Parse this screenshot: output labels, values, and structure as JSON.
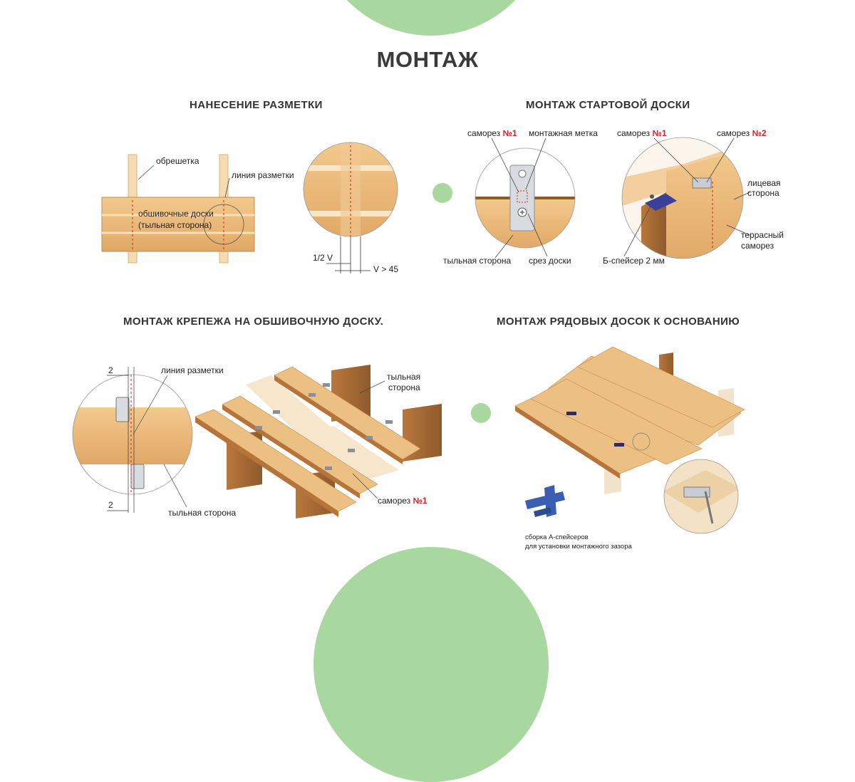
{
  "title": "МОНТАЖ",
  "sections": {
    "marking": {
      "title": "НАНЕСЕНИЕ РАЗМЕТКИ",
      "labels": {
        "lathing": "обрешетка",
        "marking_line": "линия разметки",
        "boards_1": "обшивочные доски",
        "boards_2": "(тыльная сторона)",
        "half_v": "1/2 V",
        "v_gt": "V > 45"
      }
    },
    "starter": {
      "title": "МОНТАЖ СТАРТОВОЙ ДОСКИ",
      "labels": {
        "screw1_a": "саморез",
        "screw1_a_num": "№1",
        "mount_mark": "монтажная метка",
        "back_side": "тыльная сторона",
        "board_cut": "срез доски",
        "screw1_b": "саморез",
        "screw1_b_num": "№1",
        "screw2": "саморез",
        "screw2_num": "№2",
        "face_1": "лицевая",
        "face_2": "сторона",
        "terrace_1": "террасный",
        "terrace_2": "саморез",
        "spacer": "Б-спейсер 2 мм"
      }
    },
    "fastener": {
      "title": "МОНТАЖ КРЕПЕЖА НА ОБШИВОЧНУЮ ДОСКУ.",
      "labels": {
        "dim_top": "2",
        "marking_line": "линия разметки",
        "back_1": "тыльная",
        "back_2": "сторона",
        "dim_bottom": "2",
        "back_side": "тыльная сторона",
        "screw": "саморез",
        "screw_num": "№1"
      }
    },
    "row": {
      "title": "МОНТАЖ РЯДОВЫХ ДОСОК К ОСНОВАНИЮ",
      "labels": {
        "caption_1": "сборка А-спейсеров",
        "caption_2": "для установки монтажного зазора"
      }
    }
  },
  "colors": {
    "accent_green": "#a8d8a0",
    "wood": "#e8b77a",
    "wood_dark": "#b5743a",
    "marking_red": "#d32222",
    "spacer_blue": "#3a5fb0"
  }
}
